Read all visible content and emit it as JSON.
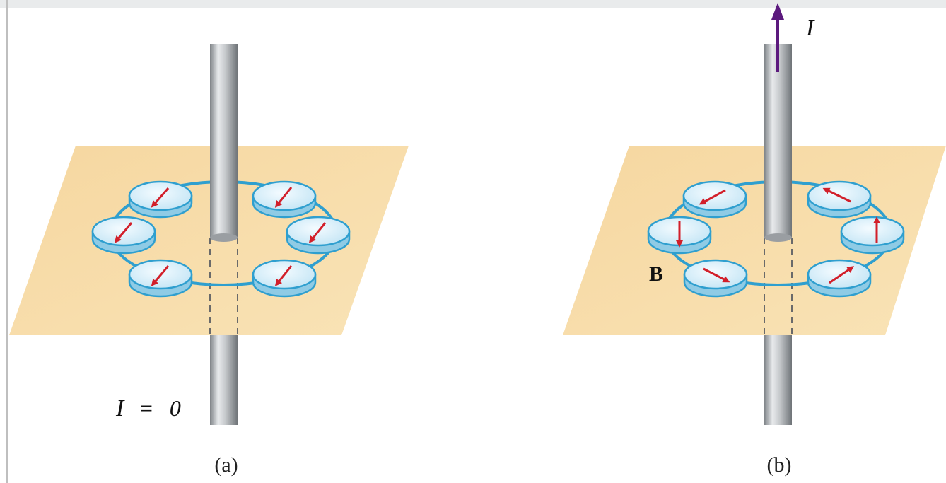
{
  "panel_a": {
    "caption": "(a)",
    "current_label": "I = 0",
    "current_symbol": "I",
    "current_equals": "=",
    "current_value": "0"
  },
  "panel_b": {
    "caption": "(b)",
    "current_label": "I",
    "field_label": "B"
  },
  "colors": {
    "plane": "#f8dea8",
    "wire_light": "#e4e6e8",
    "wire_dark": "#8d9195",
    "compass_fill": "#d3ecf8",
    "compass_edge": "#2f9fcf",
    "needle": "#d21f2a",
    "current_arrow": "#5c1a7e"
  }
}
